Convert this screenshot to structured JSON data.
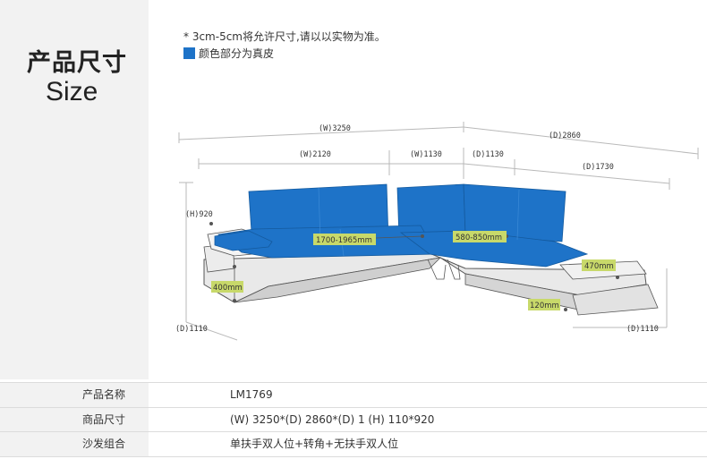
{
  "header": {
    "title_cn": "产品尺寸",
    "title_en": "Size",
    "note_tolerance": "* 3cm-5cm将允许尺寸,请以以实物为准。",
    "note_color": "颜色部分为真皮"
  },
  "dimensions": {
    "total_width": "(W)3250",
    "total_depth": "(D)2860",
    "width_left": "(W)2120",
    "width_mid": "(W)1130",
    "depth_mid": "(D)1130",
    "depth_right": "(D)1730",
    "height": "(H)920",
    "depth_left_bottom": "(D)1110",
    "depth_right_bottom": "(D)1110",
    "seat_range_left": "1700-1965mm",
    "seat_range_right": "580-850mm",
    "arm_height": "400mm",
    "arm_width": "470mm",
    "base_height": "120mm"
  },
  "colors": {
    "leather": "#1e73c8",
    "tag_bg": "#c8d96a"
  },
  "specs": [
    {
      "label": "产品名称",
      "value": "LM1769"
    },
    {
      "label": "商品尺寸",
      "value": "(W) 3250*(D) 2860*(D) 1 (H) 110*920"
    },
    {
      "label": "沙发组合",
      "value": "单扶手双人位+转角+无扶手双人位"
    }
  ]
}
